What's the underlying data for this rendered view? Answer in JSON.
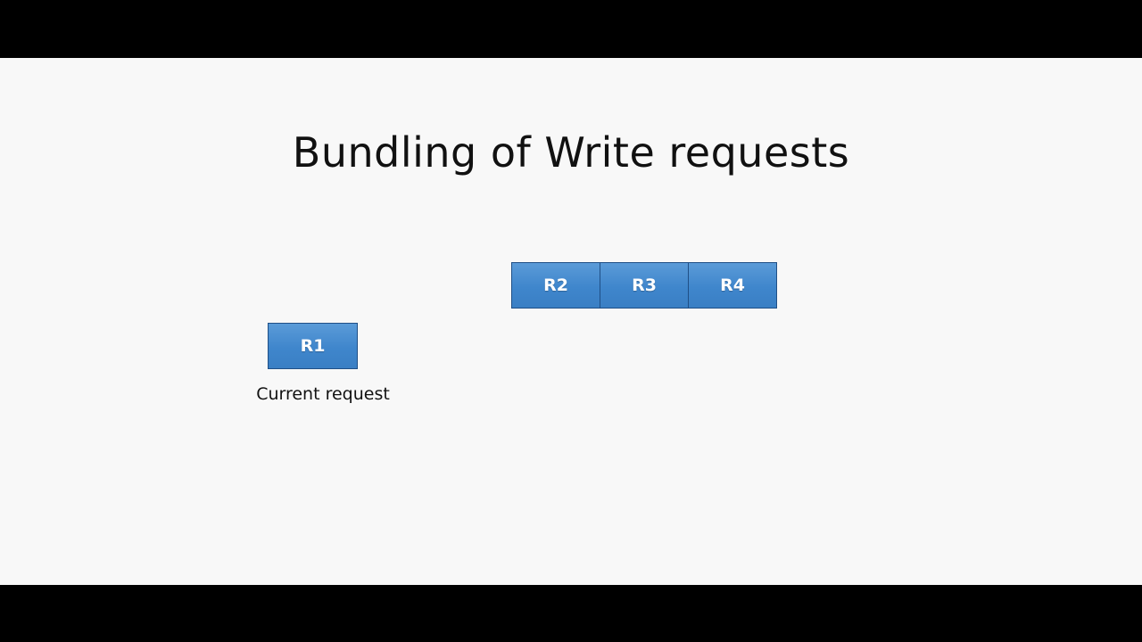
{
  "slide": {
    "title": "Bundling of Write requests"
  },
  "pending_requests": [
    {
      "label": "R2"
    },
    {
      "label": "R3"
    },
    {
      "label": "R4"
    }
  ],
  "current_request": {
    "label": "R1",
    "caption": "Current request"
  },
  "colors": {
    "box_fill": "#3f86cc",
    "box_border": "#1f4f86",
    "background": "#f8f8f8",
    "letterbox": "#000000"
  }
}
